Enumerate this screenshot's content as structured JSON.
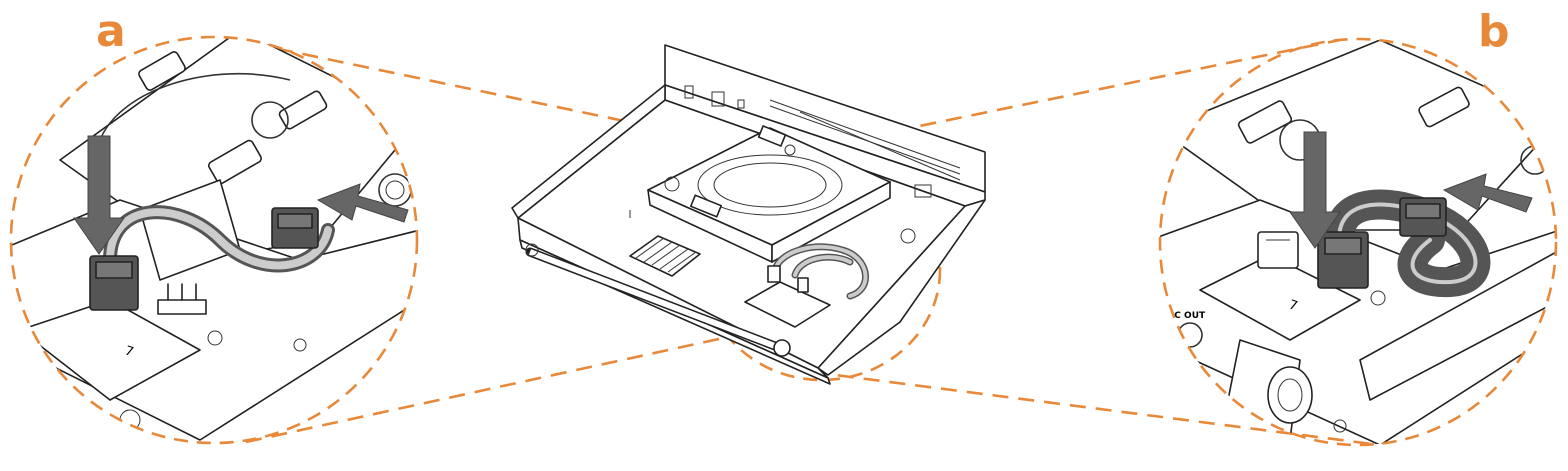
{
  "callouts": {
    "left_label": "a",
    "right_label": "b"
  },
  "labels": {
    "board_number_left": "7",
    "board_number_right": "7",
    "mic_out": "MIC OUT"
  },
  "colors": {
    "accent": "#E8893A",
    "line": "#222222",
    "arrow": "#666666"
  }
}
